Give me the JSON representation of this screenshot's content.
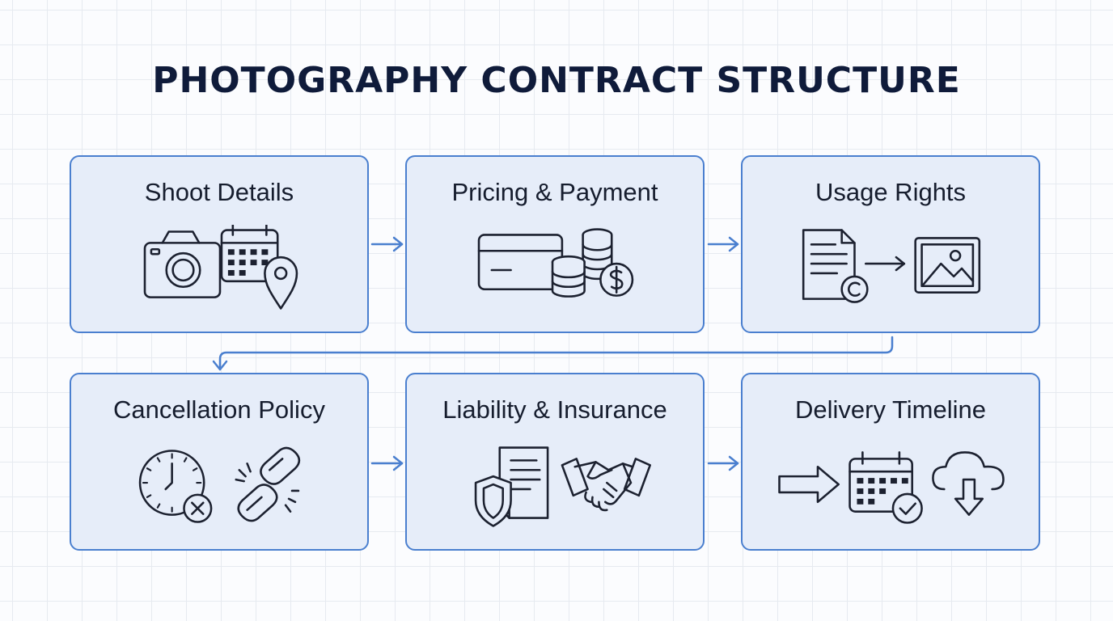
{
  "title": "PHOTOGRAPHY CONTRACT STRUCTURE",
  "colors": {
    "accent": "#4a7fcf",
    "card_fill": "#e6edf9",
    "icon_stroke": "#1c2130",
    "title": "#0f1b3a"
  },
  "steps": [
    {
      "label": "Shoot Details",
      "icons": [
        "camera-icon",
        "calendar-icon",
        "location-pin-icon"
      ]
    },
    {
      "label": "Pricing & Payment",
      "icons": [
        "credit-card-icon",
        "coin-stack-icon",
        "dollar-coin-icon"
      ]
    },
    {
      "label": "Usage Rights",
      "icons": [
        "copyright-document-icon",
        "arrow-right-icon",
        "image-icon"
      ]
    },
    {
      "label": "Cancellation Policy",
      "icons": [
        "clock-icon",
        "cancel-x-icon",
        "broken-chain-link-icon"
      ]
    },
    {
      "label": "Liability & Insurance",
      "icons": [
        "shield-icon",
        "document-icon",
        "handshake-icon"
      ]
    },
    {
      "label": "Delivery Timeline",
      "icons": [
        "arrow-right-icon",
        "calendar-check-icon",
        "cloud-download-icon"
      ]
    }
  ]
}
